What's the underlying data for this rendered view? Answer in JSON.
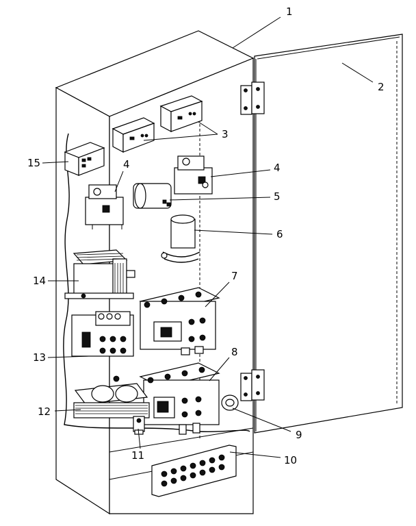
{
  "callouts": [
    {
      "id": "1",
      "text": "1"
    },
    {
      "id": "2",
      "text": "2"
    },
    {
      "id": "3",
      "text": "3"
    },
    {
      "id": "4a",
      "text": "4"
    },
    {
      "id": "4b",
      "text": "4"
    },
    {
      "id": "5",
      "text": "5"
    },
    {
      "id": "6",
      "text": "6"
    },
    {
      "id": "7",
      "text": "7"
    },
    {
      "id": "8",
      "text": "8"
    },
    {
      "id": "9",
      "text": "9"
    },
    {
      "id": "10",
      "text": "10"
    },
    {
      "id": "11",
      "text": "11"
    },
    {
      "id": "12",
      "text": "12"
    },
    {
      "id": "13",
      "text": "13"
    },
    {
      "id": "14",
      "text": "14"
    },
    {
      "id": "15",
      "text": "15"
    }
  ]
}
